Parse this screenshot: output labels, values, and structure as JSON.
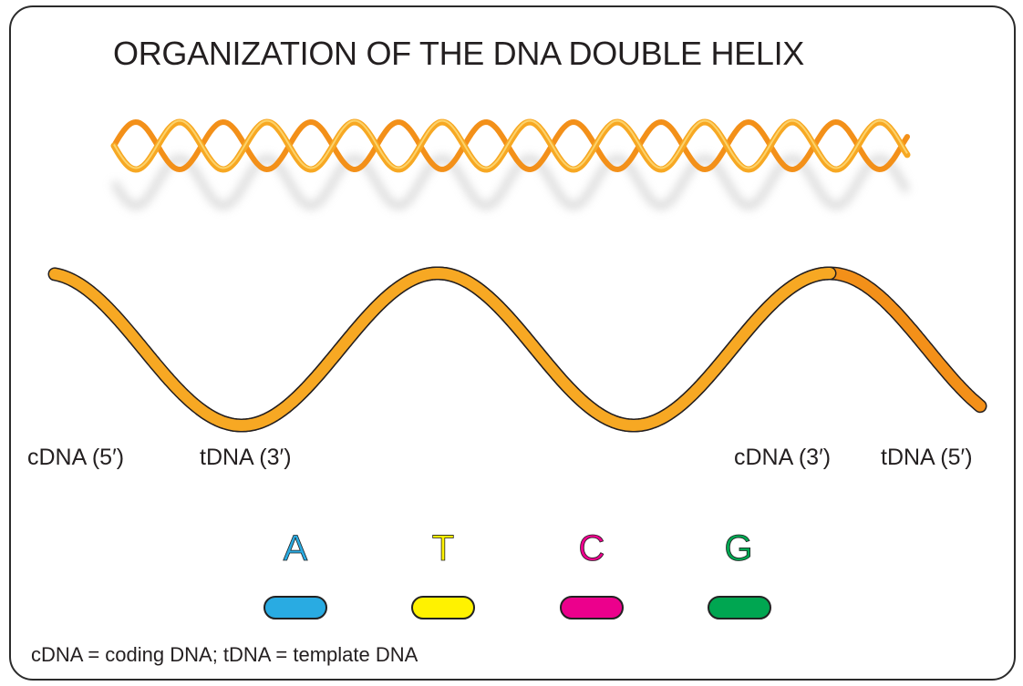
{
  "title": "ORGANIZATION OF THE DNA DOUBLE HELIX",
  "strand_labels": {
    "left_coding": "cDNA (5′)",
    "left_template": "tDNA (3′)",
    "right_coding": "cDNA (3′)",
    "right_template": "tDNA (5′)"
  },
  "legend": [
    {
      "letter": "A",
      "color": "#29abe2"
    },
    {
      "letter": "T",
      "color": "#fff200"
    },
    {
      "letter": "C",
      "color": "#ec008c"
    },
    {
      "letter": "G",
      "color": "#00a651"
    }
  ],
  "footnote": "cDNA = coding DNA;   tDNA = template DNA",
  "colors": {
    "strand_front": "#f7a823",
    "strand_back": "#f39019",
    "outline": "#231f20"
  }
}
